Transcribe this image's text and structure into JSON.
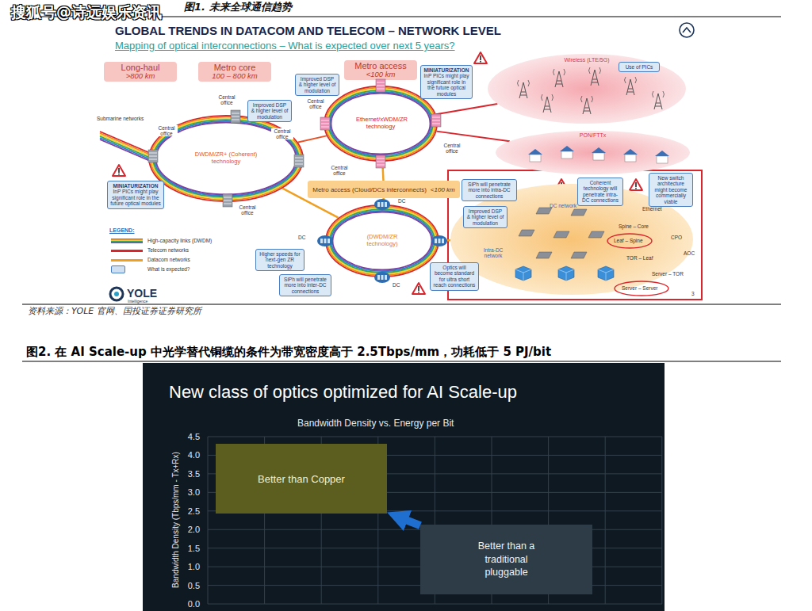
{
  "diagram": {
    "title": "GLOBAL TRENDS IN DATACOM AND TELECOM – NETWORK LEVEL",
    "caption": "图1. 未来全球通信趋势",
    "nodes": [
      {
        "text": [
          "Long-haul",
          ">800 km"
        ]
      },
      {
        "text": [
          "Metro core",
          "100 – 800 km"
        ]
      },
      {
        "text": [
          "Metro access",
          "<100 km"
        ]
      },
      {
        "text": [
          "Improved DSP & higher level of modulation"
        ]
      },
      {
        "text": [
          "MINIATURIZATION",
          "InP PICs might play significant role in the future optical modules"
        ]
      },
      {
        "text": [
          "Wireless (LTE/5G)"
        ]
      },
      {
        "text": [
          "Use of PICs"
        ]
      },
      {
        "text": [
          "Improved DSP & higher level of modulation"
        ]
      },
      {
        "text": [
          "DWDM/ZR+ (Coherent) technology"
        ]
      },
      {
        "text": [
          "Ethernet/xWDM/ZR technology"
        ]
      },
      {
        "text": [
          "PON/FTTx"
        ]
      },
      {
        "text": [
          "MINIATURIZATION",
          "InP PICs might play significant role in the future optical modules"
        ]
      },
      {
        "text": [
          "SiPh will penetrate more into intra-DC connections"
        ]
      },
      {
        "text": [
          "Coherent technology will penetrate intra-DC connections"
        ]
      },
      {
        "text": [
          "New switch architecture might become commercially viable"
        ]
      },
      {
        "text": [
          "Metro access (Cloud/DCs interconnects)",
          "<100 km"
        ]
      },
      {
        "text": [
          "Improved DSP & higher level of modulation"
        ]
      },
      {
        "text": [
          "(DWDM/ZR technology)"
        ]
      },
      {
        "text": [
          "DC network",
          "Intra-DC network"
        ]
      },
      {
        "text": [
          "Higher speeds for next-gen ZR technology"
        ]
      },
      {
        "text": [
          "Optics will become standard for ultra short reach connections"
        ]
      },
      {
        "text": [
          "SiPh will penetrate more into inter-DC connections"
        ]
      },
      {
        "text": [
          "Better than Copper"
        ]
      },
      {
        "text": [
          "Better than a traditional pluggable"
        ]
      }
    ],
    "edges": [
      {
        "from": 8,
        "to": 9,
        "arrow": "none"
      },
      {
        "from": 9,
        "to": 5,
        "arrow": "none"
      },
      {
        "from": 9,
        "to": 10,
        "arrow": "none"
      },
      {
        "from": 8,
        "to": 17,
        "arrow": "none"
      },
      {
        "from": 9,
        "to": 15,
        "arrow": "none"
      },
      {
        "from": 15,
        "to": 17,
        "arrow": "none"
      },
      {
        "from": 17,
        "to": 18,
        "arrow": "none"
      },
      {
        "from": 23,
        "to": 22,
        "arrow": "to"
      }
    ],
    "labels": [
      "搜狐号@诗远娱乐资讯",
      "Mapping of optical interconnections – What is expected over next 5 years?",
      "Central office",
      "Submarine networks",
      "Central office",
      "Central office",
      "Central office",
      "Central office",
      "Central office",
      "Central office",
      "DC",
      "DC",
      "DC",
      "Spine – Core",
      "Ethernet",
      "Leaf – Spine",
      "CPO",
      "TOR – Leaf",
      "AOC",
      "Server – TOR",
      "Server – Server",
      "LEGEND:",
      "YOLE",
      "Intelligence",
      "3",
      "资料来源：YOLE 官网、国投证券证券研究所",
      "图2. 在 AI Scale-up 中光学替代铜缆的条件为带宽密度高于 2.5Tbps/mm，功耗低于 5 PJ/bit",
      "New class of optics optimized for AI Scale-up",
      "Bandwidth Density vs. Energy per Bit",
      "Bandwidth Density (Tbps/mm - Tx+Rx)",
      "4.5",
      "4.0",
      "3.5",
      "3.0",
      "2.5",
      "2.0",
      "1.5",
      "1.0",
      "0.5",
      "0.0"
    ],
    "legend": [
      {
        "text": "High-capacity links (DWDM)"
      },
      {
        "text": "Telecom networks",
        "color": "#d9262d"
      },
      {
        "text": "Datacom networks",
        "color": "#f0a020"
      },
      {
        "text": "What is expected?",
        "color": "#cfe0f3"
      }
    ]
  }
}
